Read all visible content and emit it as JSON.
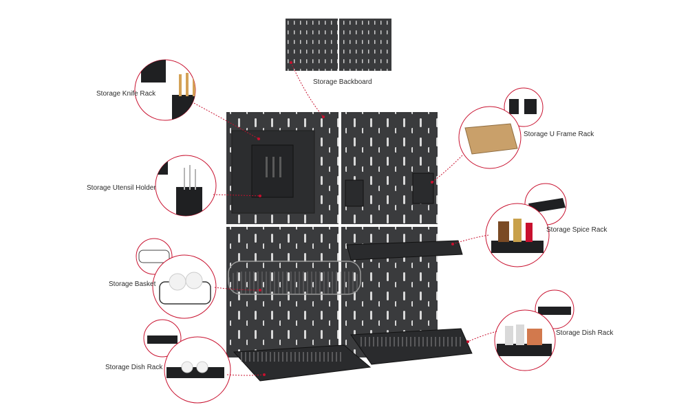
{
  "labels": {
    "storage_backboard": "Storage Backboard",
    "storage_knife_rack": "Storage Knife Rack",
    "storage_utensil_holder": "Storage Utensil Holder",
    "storage_basket": "Storage Basket",
    "storage_dish_rack_left": "Storage Dish Rack",
    "storage_u_frame_rack": "Storage U Frame Rack",
    "storage_spice_rack": "Storage Spice Rack",
    "storage_dish_rack_right": "Storage Dish Rack"
  },
  "colors": {
    "panel": "#3a3b3d",
    "panel_dark": "#2a2b2d",
    "slot": "#d9d9d9",
    "accent_line": "#c8102e",
    "circle_border": "#c8102e"
  }
}
